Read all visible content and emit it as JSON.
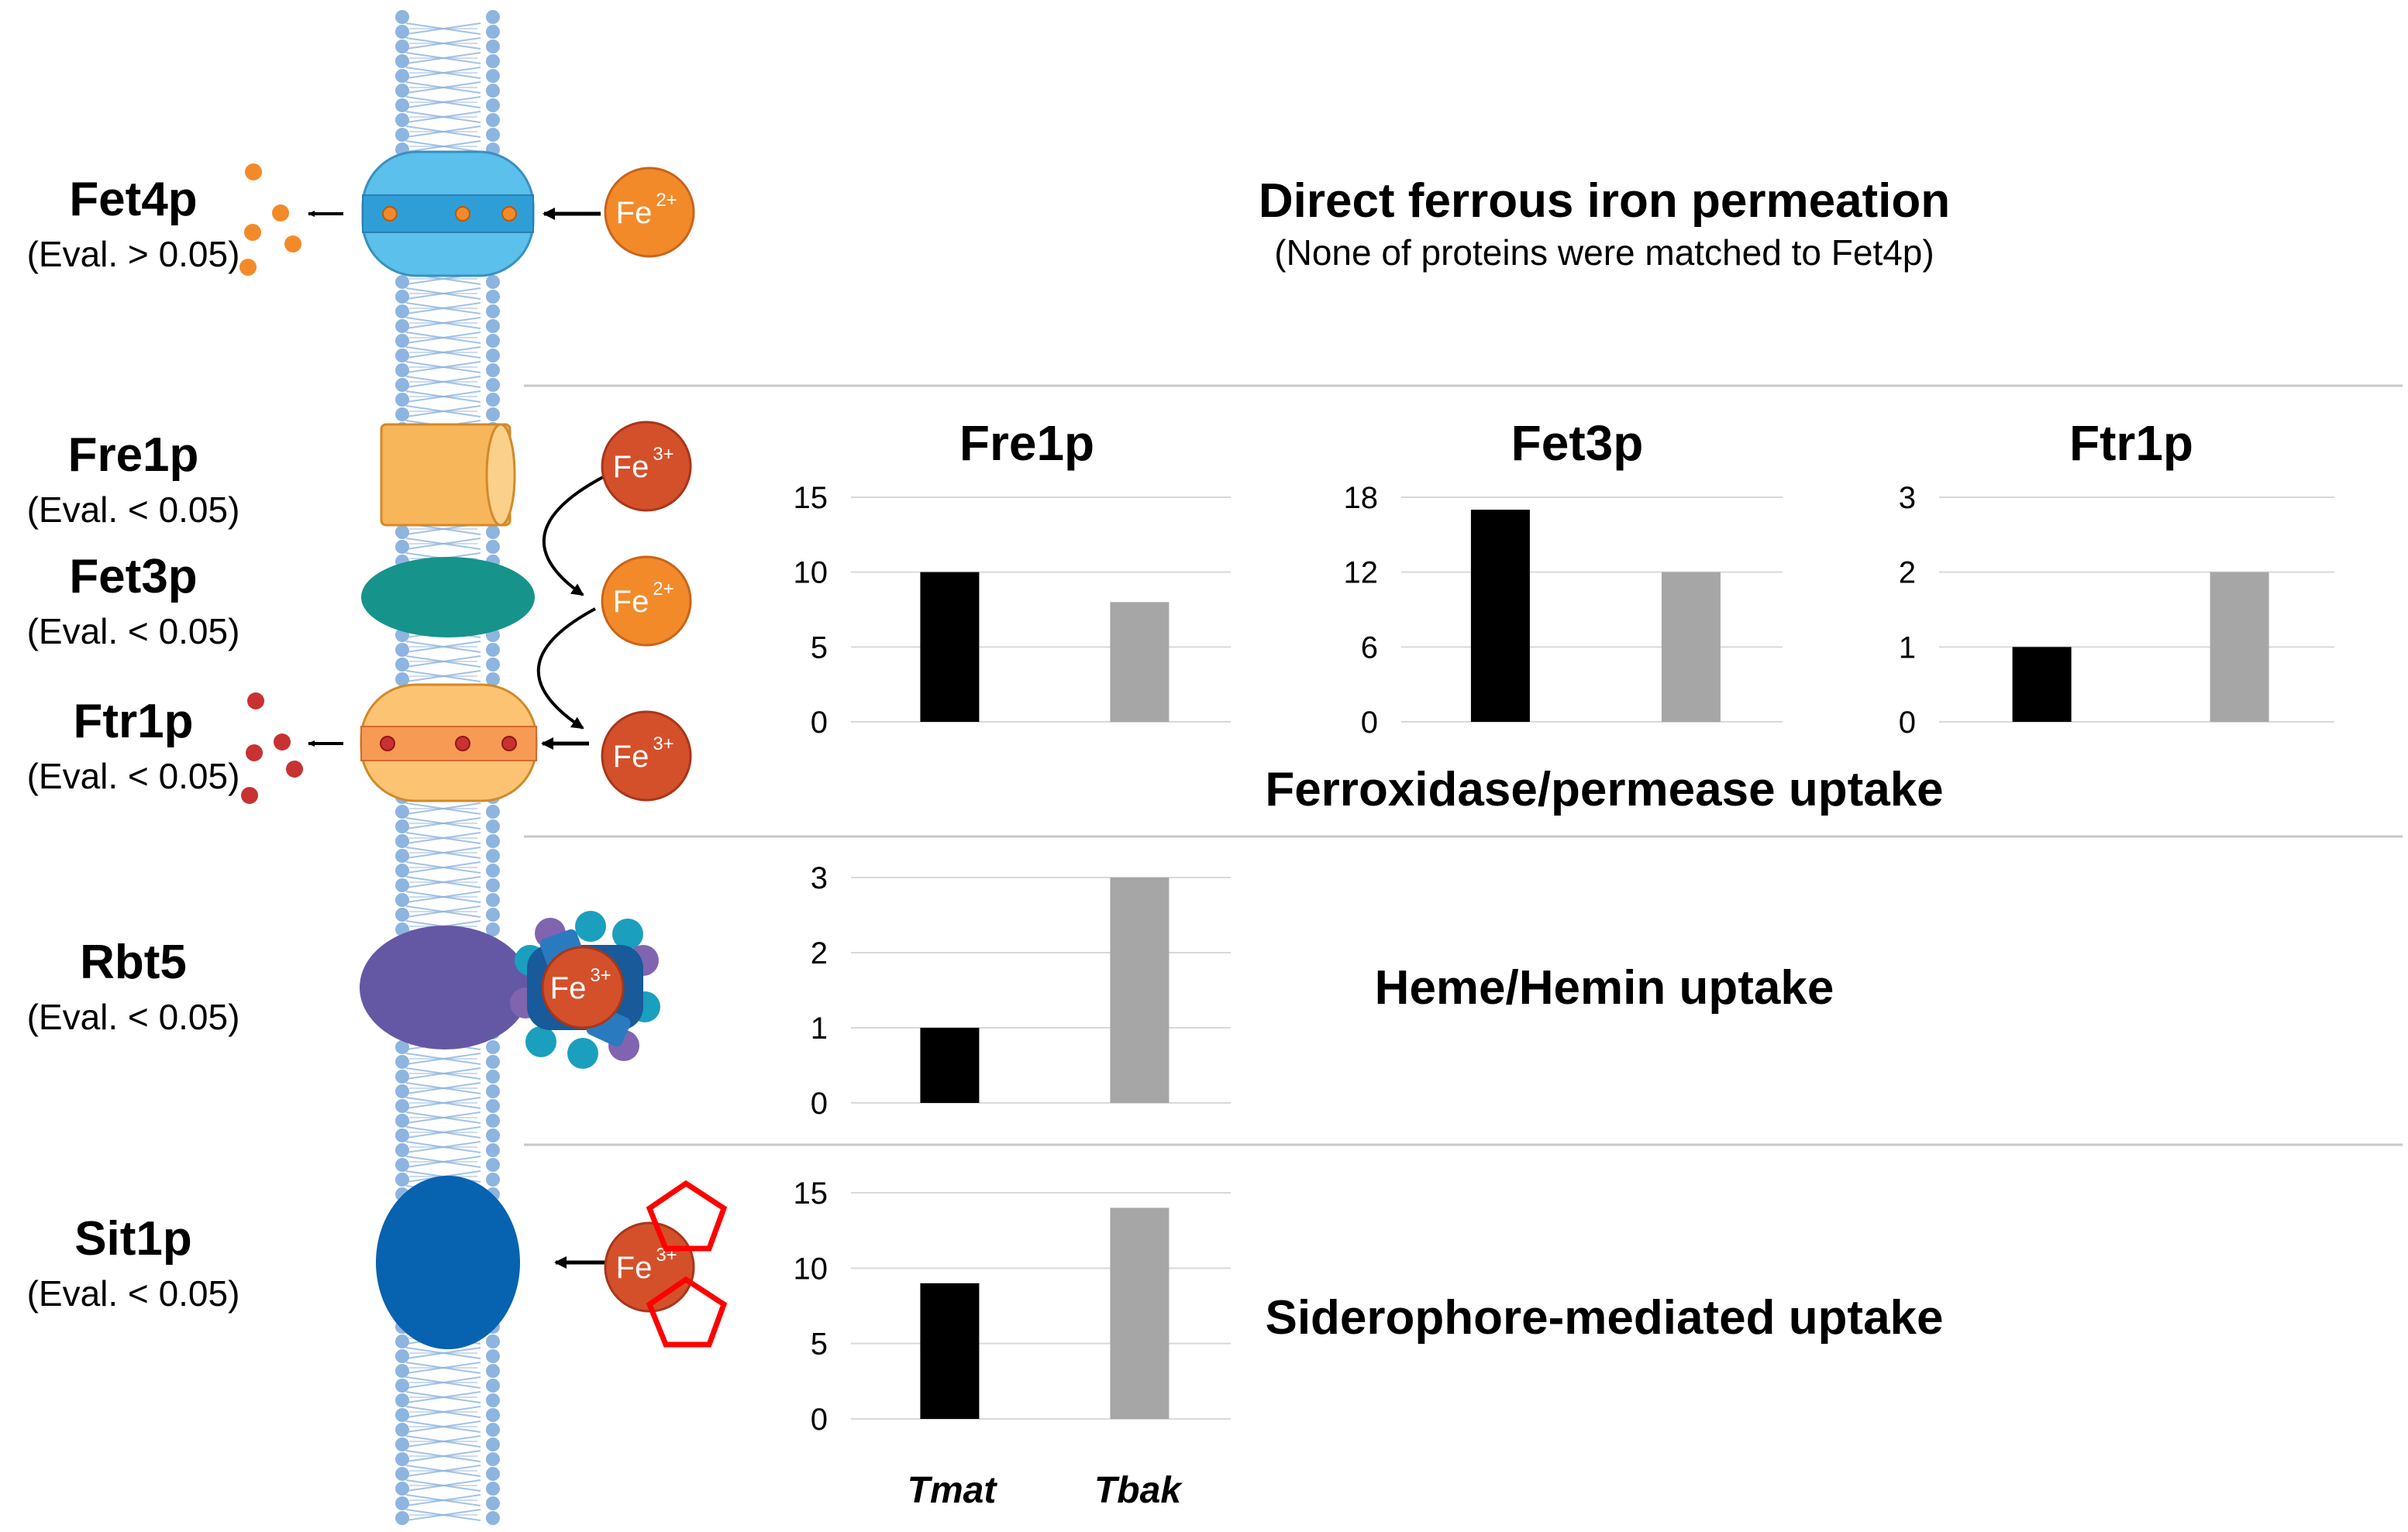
{
  "proteins": [
    {
      "name": "Fet4p",
      "eval": "(Eval. > 0.05)"
    },
    {
      "name": "Fre1p",
      "eval": "(Eval. < 0.05)"
    },
    {
      "name": "Fet3p",
      "eval": "(Eval. < 0.05)"
    },
    {
      "name": "Ftr1p",
      "eval": "(Eval. < 0.05)"
    },
    {
      "name": "Rbt5",
      "eval": "(Eval. < 0.05)"
    },
    {
      "name": "Sit1p",
      "eval": "(Eval. < 0.05)"
    }
  ],
  "ions": {
    "ferrous_base": "Fe",
    "ferrous_sup": "2+",
    "ferric_base": "Fe",
    "ferric_sup": "3+"
  },
  "sections": {
    "direct": {
      "title": "Direct ferrous iron permeation",
      "subtitle": "(None of proteins were matched to Fet4p)"
    },
    "ferroxidase": {
      "title": "Ferroxidase/permease uptake"
    },
    "heme": {
      "title": "Heme/Hemin uptake"
    },
    "siderophore": {
      "title": "Siderophore-mediated uptake"
    }
  },
  "x_categories": [
    "Tmat",
    "Tbak"
  ],
  "colors": {
    "tmat": "#000000",
    "tbak": "#a6a6a6",
    "membrane": "#8eb4e0",
    "fe2": "#f28a2a",
    "fe3": "#d4502a",
    "fet4": "#5bc0eb",
    "fre1": "#f7b65a",
    "fet3": "#16938a",
    "ftr1": "#fbc372",
    "rbt5": "#6458a4",
    "sit1": "#0762b0",
    "siderophore": "#ff0000"
  },
  "chart_data": [
    {
      "type": "bar",
      "title": "Fre1p",
      "categories": [
        "Tmat",
        "Tbak"
      ],
      "values": [
        10,
        8
      ],
      "ylim": [
        0,
        15
      ],
      "yticks": [
        0,
        5,
        10,
        15
      ],
      "grid": true
    },
    {
      "type": "bar",
      "title": "Fet3p",
      "categories": [
        "Tmat",
        "Tbak"
      ],
      "values": [
        17,
        12
      ],
      "ylim": [
        0,
        18
      ],
      "yticks": [
        0,
        6,
        12,
        18
      ],
      "grid": true
    },
    {
      "type": "bar",
      "title": "Ftr1p",
      "categories": [
        "Tmat",
        "Tbak"
      ],
      "values": [
        1,
        2
      ],
      "ylim": [
        0,
        3
      ],
      "yticks": [
        0,
        1,
        2,
        3
      ],
      "grid": true
    },
    {
      "type": "bar",
      "title": "",
      "categories": [
        "Tmat",
        "Tbak"
      ],
      "values": [
        1,
        3
      ],
      "ylim": [
        0,
        3
      ],
      "yticks": [
        0,
        1,
        2,
        3
      ],
      "grid": true
    },
    {
      "type": "bar",
      "title": "",
      "categories": [
        "Tmat",
        "Tbak"
      ],
      "values": [
        9,
        14
      ],
      "ylim": [
        0,
        15
      ],
      "yticks": [
        0,
        5,
        10,
        15
      ],
      "grid": true
    }
  ]
}
